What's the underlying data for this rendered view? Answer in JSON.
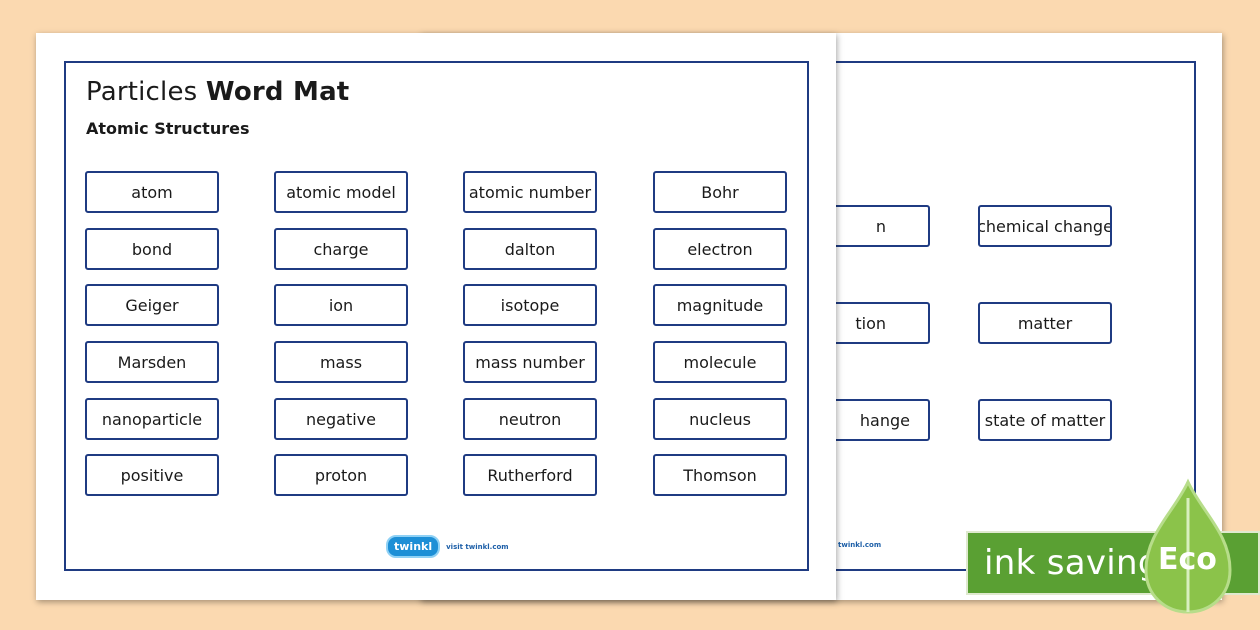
{
  "front": {
    "title_light": "Particles",
    "title_bold": "Word Mat",
    "subtitle": "Atomic Structures",
    "words": [
      [
        "atom",
        "atomic model",
        "atomic number",
        "Bohr"
      ],
      [
        "bond",
        "charge",
        "dalton",
        "electron"
      ],
      [
        "Geiger",
        "ion",
        "isotope",
        "magnitude"
      ],
      [
        "Marsden",
        "mass",
        "mass number",
        "molecule"
      ],
      [
        "nanoparticle",
        "negative",
        "neutron",
        "nucleus"
      ],
      [
        "positive",
        "proton",
        "Rutherford",
        "Thomson"
      ]
    ],
    "logo_badge": "twinkl",
    "logo_text": "visit twinkl.com"
  },
  "back": {
    "clipped": [
      "n",
      "tion",
      "hange"
    ],
    "words": [
      "chemical change",
      "matter",
      "state of matter"
    ],
    "logo_text": "twinkl.com"
  },
  "banner": {
    "text": "ink saving",
    "eco": "Eco"
  },
  "colors": {
    "background": "#fbd9b0",
    "border": "#1f3b82",
    "banner": "#5aa033"
  }
}
